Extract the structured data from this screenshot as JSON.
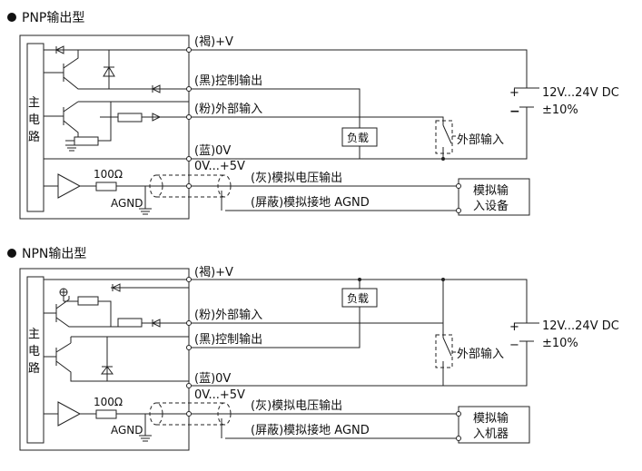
{
  "sections": [
    {
      "title": "PNP输出型",
      "main_circuit": [
        "主",
        "电",
        "路"
      ],
      "wires": {
        "power": "(褐)+V",
        "control": "(黑)控制输出",
        "input": "(粉)外部输入",
        "ground": "(蓝)0V",
        "analog_range": "0V...+5V",
        "analog_out": "(灰)模拟电压输出",
        "shield": "(屏蔽)模拟接地 AGND"
      },
      "resistor_label": "100Ω",
      "agnd_label": "AGND",
      "load_label": "负载",
      "switch_label": "外部输入",
      "supply_voltage": "12V...24V DC",
      "supply_tolerance": "±10%",
      "plus_sign": "+",
      "minus_sign": "−",
      "device": [
        "模拟输",
        "入设备"
      ]
    },
    {
      "title": "NPN输出型",
      "main_circuit": [
        "主",
        "电",
        "路"
      ],
      "wires": {
        "power": "(褐)+V",
        "control": "(黑)控制输出",
        "input": "(粉)外部输入",
        "ground": "(蓝)0V",
        "analog_range": "0V...+5V",
        "analog_out": "(灰)模拟电压输出",
        "shield": "(屏蔽)模拟接地 AGND"
      },
      "resistor_label": "100Ω",
      "agnd_label": "AGND",
      "load_label": "负载",
      "switch_label": "外部输入",
      "supply_voltage": "12V...24V DC",
      "supply_tolerance": "±10%",
      "plus_sign": "+",
      "minus_sign": "−",
      "device": [
        "模拟输",
        "入机器"
      ]
    }
  ]
}
